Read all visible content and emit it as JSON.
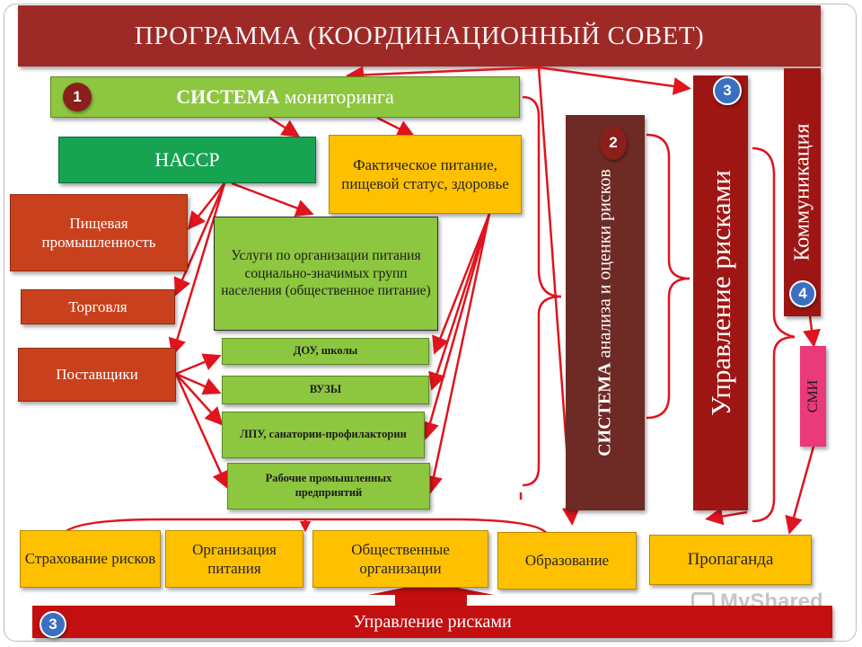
{
  "title": "ПРОГРАММА (КООРДИНАЦИОННЫЙ СОВЕТ)",
  "monitoring": {
    "number": "1",
    "bold": "СИСТЕМА",
    "rest": " мониторинга"
  },
  "haccp": "НАССР",
  "actual_nutrition": "Фактическое питание, пищевой статус, здоровье",
  "food_industry": "Пищевая промышленность",
  "trade": "Торговля",
  "suppliers": "Поставщики",
  "catering_services": "Услуги по организации питания социально-значимых групп населения (общественное питание)",
  "institutions": [
    "ДОУ, школы",
    "ВУЗЫ",
    "ЛПУ, санатории-профилактории",
    "Рабочие промышленных предприятий"
  ],
  "risk_analysis": {
    "number": "2",
    "bold": "СИСТЕМА",
    "rest": " анализа и оценки рисков"
  },
  "risk_management_vertical": {
    "number": "3",
    "label": "Управление рисками"
  },
  "communication": {
    "number": "4",
    "label": "Коммуникация"
  },
  "media": "СМИ",
  "bottom_boxes": [
    "Страхование рисков",
    "Организация питания",
    "Общественные организации",
    "Образование",
    "Пропаганда"
  ],
  "bottom_bar": {
    "number": "3",
    "label": "Управление рисками"
  },
  "watermark": "MyShared",
  "colors": {
    "title_bg": "#9e2a27",
    "light_green": "#8dc63f",
    "dark_green": "#16a352",
    "yellow": "#ffc000",
    "orange_red": "#c9401c",
    "dark_brown": "#6e2a25",
    "crimson": "#9e1613",
    "magenta": "#ea3a7a",
    "arrow_red": "#e0141e",
    "badge_blue": "#3b6fc2"
  }
}
